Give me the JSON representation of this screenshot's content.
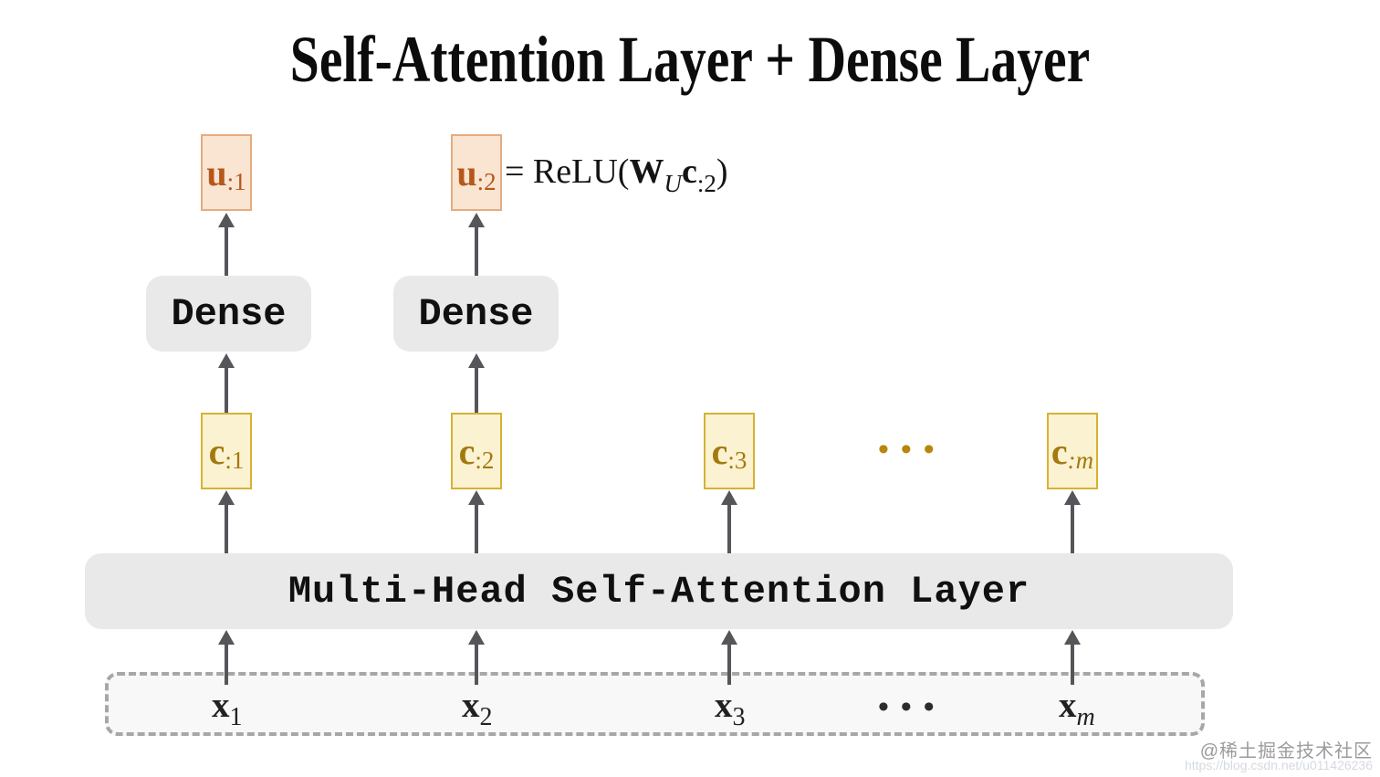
{
  "title": "Self-Attention Layer + Dense Layer",
  "diagram": {
    "u_nodes": [
      {
        "base": "u",
        "sub": ":1"
      },
      {
        "base": "u",
        "sub": ":2"
      }
    ],
    "formula": {
      "lhs": "= ReLU(",
      "w_base": "W",
      "w_sub": "U",
      "c_base": "c",
      "c_sub": ":2",
      "close": ")"
    },
    "dense_layers": [
      {
        "label": "Dense"
      },
      {
        "label": "Dense"
      }
    ],
    "c_nodes": [
      {
        "base": "c",
        "sub": ":1"
      },
      {
        "base": "c",
        "sub": ":2"
      },
      {
        "base": "c",
        "sub": ":3"
      },
      {
        "base": "c",
        "sub": ":m"
      }
    ],
    "c_ellipsis": "•••",
    "attention_layer": {
      "label": "Multi-Head Self-Attention Layer"
    },
    "x_nodes": [
      {
        "base": "x",
        "sub": "1"
      },
      {
        "base": "x",
        "sub": "2"
      },
      {
        "base": "x",
        "sub": "3"
      },
      {
        "base": "x",
        "sub": "m"
      }
    ],
    "x_ellipsis": "•••"
  },
  "watermark": {
    "line1": "@稀土掘金技术社区",
    "line2": "https://blog.csdn.net/u011426236"
  },
  "colors": {
    "u_fill": "#fae4d2",
    "u_border": "#e5ac80",
    "u_text": "#b5581a",
    "c_fill": "#fbf2d1",
    "c_border": "#d6b232",
    "c_text": "#a37a0f",
    "layer_fill": "#e9e9e9",
    "arrow": "#55565a",
    "dashed_border": "#a7a7a7",
    "input_fill": "#f8f8f8"
  }
}
